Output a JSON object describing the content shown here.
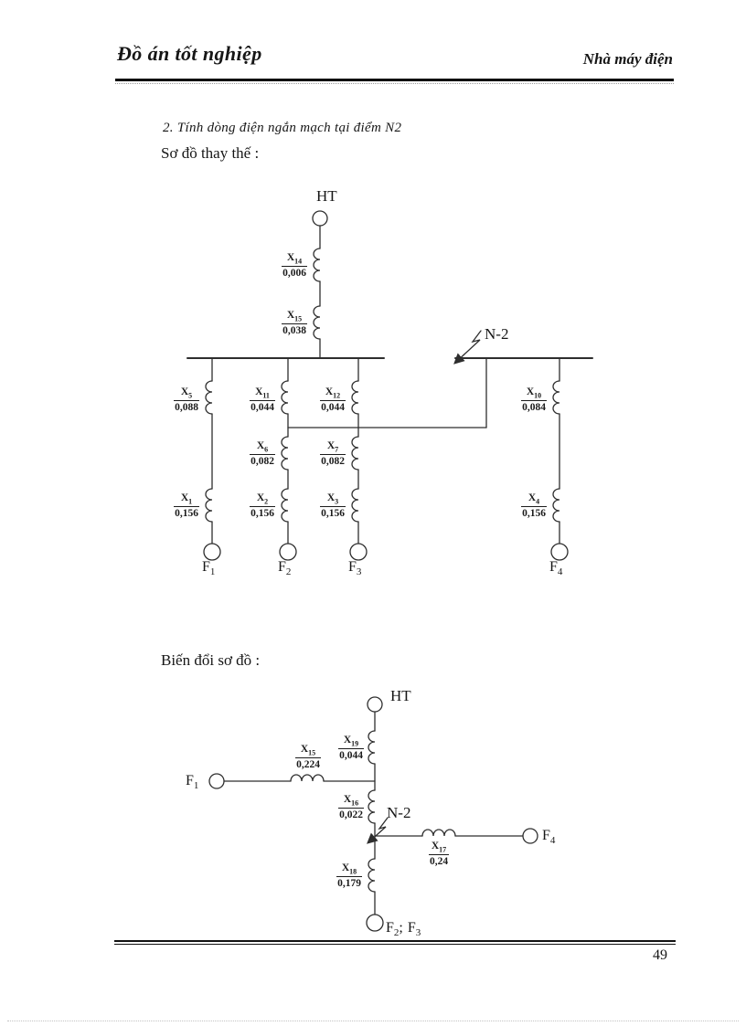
{
  "header": {
    "left_title": "Đồ án tốt nghiệp",
    "right_title": "Nhà máy điện"
  },
  "content": {
    "section_heading": "2. Tính dòng điện ngắn mạch tại điểm N2",
    "diagram1_caption": "Sơ đồ thay thế :",
    "diagram2_caption": "Biến đổi sơ đồ :"
  },
  "diagram1": {
    "source": "HT",
    "fault": "N-2",
    "reactances": {
      "x14": {
        "sym": "X",
        "sub": "14",
        "value": "0,006"
      },
      "x15": {
        "sym": "X",
        "sub": "15",
        "value": "0,038"
      },
      "x5": {
        "sym": "X",
        "sub": "5",
        "value": "0,088"
      },
      "x11": {
        "sym": "X",
        "sub": "11",
        "value": "0,044"
      },
      "x12": {
        "sym": "X",
        "sub": "12",
        "value": "0,044"
      },
      "x10": {
        "sym": "X",
        "sub": "10",
        "value": "0,084"
      },
      "x6": {
        "sym": "X",
        "sub": "6",
        "value": "0,082"
      },
      "x7": {
        "sym": "X",
        "sub": "7",
        "value": "0,082"
      },
      "x1": {
        "sym": "X",
        "sub": "1",
        "value": "0,156"
      },
      "x2": {
        "sym": "X",
        "sub": "2",
        "value": "0,156"
      },
      "x3": {
        "sym": "X",
        "sub": "3",
        "value": "0,156"
      },
      "x4": {
        "sym": "X",
        "sub": "4",
        "value": "0,156"
      }
    },
    "generators": {
      "f1": {
        "sym": "F",
        "sub": "1"
      },
      "f2": {
        "sym": "F",
        "sub": "2"
      },
      "f3": {
        "sym": "F",
        "sub": "3"
      },
      "f4": {
        "sym": "F",
        "sub": "4"
      }
    }
  },
  "diagram2": {
    "source": "HT",
    "fault": "N-2",
    "reactances": {
      "x19": {
        "sym": "X",
        "sub": "19",
        "value": "0,044"
      },
      "x15": {
        "sym": "X",
        "sub": "15",
        "value": "0,224"
      },
      "x16": {
        "sym": "X",
        "sub": "16",
        "value": "0,022"
      },
      "x17": {
        "sym": "X",
        "sub": "17",
        "value": "0,24"
      },
      "x18": {
        "sym": "X",
        "sub": "18",
        "value": "0,179"
      }
    },
    "generators": {
      "f1": {
        "sym": "F",
        "sub": "1"
      },
      "f4": {
        "sym": "F",
        "sub": "4"
      },
      "f23": {
        "sym1": "F",
        "sub1": "2",
        "separator": ";",
        "sym2": "F",
        "sub2": "3"
      }
    }
  },
  "footer": {
    "page_number": "49"
  }
}
